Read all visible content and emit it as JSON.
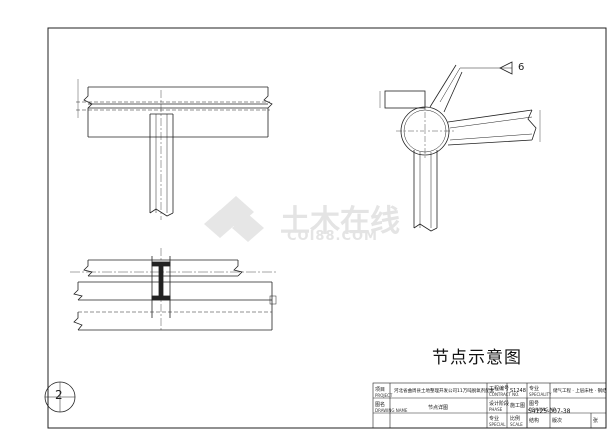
{
  "drawing_title": "节点示意图",
  "watermark": {
    "text": "土木在线",
    "sub": "COI88.COM"
  },
  "callouts": {
    "weld_symbol": "6"
  },
  "circle_badge": "2",
  "title_block": {
    "item_label": "项目",
    "item_label_en": "PROJECT",
    "project_name": "河北省曲周县土地整理开发公司11万吨脱氧剂配套",
    "drawing_name_label": "图名",
    "drawing_name_label_en": "DRAWING NAME",
    "drawing_name": "节点详图",
    "proj_no_label": "工程编号",
    "proj_no_label_en": "CONTRACT NO.",
    "proj_no": "S1248",
    "stage_label": "设计阶段",
    "stage_label_en": "PHASE",
    "stage": "施工图",
    "scale_label": "比例",
    "scale_label_en": "SCALE",
    "major_label": "专业",
    "major_label_en": "SPECIAL",
    "dept_label": "专业",
    "dept_label_en": "SPECIALITY",
    "dept": "结构",
    "dwg_no_label": "图号",
    "dwg_no_label_en": "DRAWING NO.",
    "dwg_no": "S4125-007-38",
    "right_top": "储气工程 · 上层床柱 · 钢结",
    "version_label": "版次",
    "sheet_label": "张"
  }
}
